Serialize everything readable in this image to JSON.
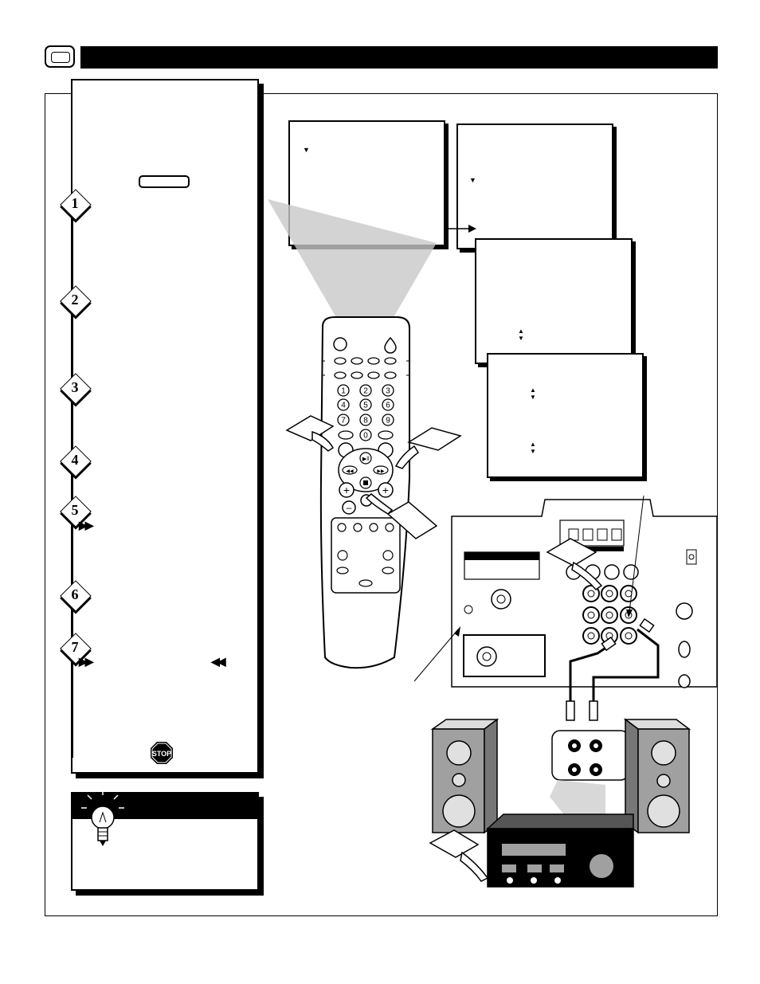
{
  "steps": [
    {
      "num": "1"
    },
    {
      "num": "2"
    },
    {
      "num": "3"
    },
    {
      "num": "4"
    },
    {
      "num": "5",
      "inline_symbols": "▶▶"
    },
    {
      "num": "6"
    },
    {
      "num": "7",
      "inline_symbols": "▶▶",
      "inline_symbols_right": "◀◀"
    }
  ],
  "stop_sign": {
    "label": "STOP",
    "color": "#000000"
  },
  "remote": {
    "numbers": [
      "1",
      "2",
      "3",
      "4",
      "5",
      "6",
      "7",
      "8",
      "9",
      "0"
    ]
  },
  "icons": [
    "lightbulb-icon",
    "hand-pointer-icon",
    "stop-sign-icon",
    "speaker-icon",
    "amplifier-icon",
    "remote-control-icon"
  ],
  "colors": {
    "ink": "#000000",
    "paper": "#ffffff",
    "gray": "#a0a0a0"
  }
}
